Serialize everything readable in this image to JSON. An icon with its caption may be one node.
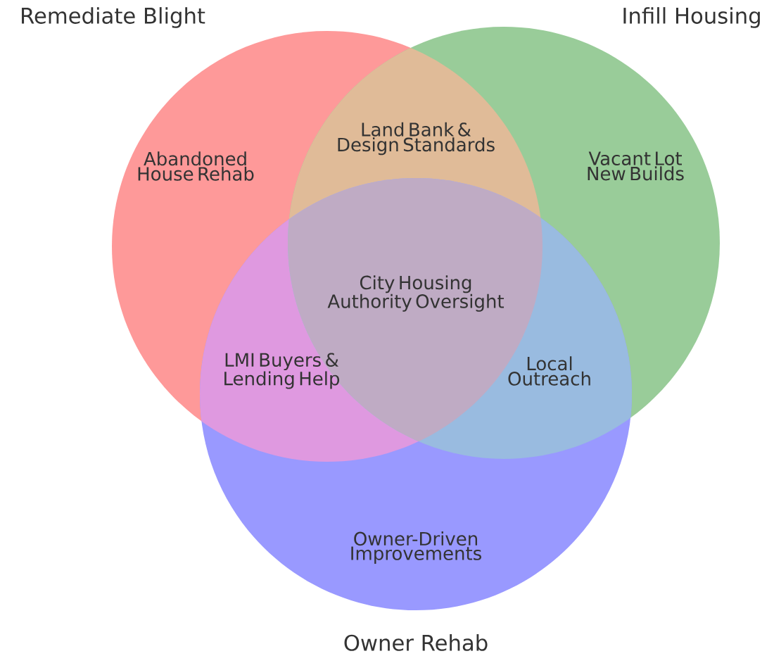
{
  "diagram": {
    "nodes": [
      {
        "text": [
          "Remediate Blight",
          "Abandoned House Rehab"
        ]
      },
      {
        "text": [
          "Infill Housing",
          "Vacant Lot New Builds"
        ]
      },
      {
        "text": [
          "Owner-Driven Improvements",
          "Owner Rehab"
        ]
      }
    ],
    "labels": [
      "Land Bank & Design Standards",
      "City Housing Authority Oversight",
      "LMI Buyers & Lending Help",
      "Local Outreach"
    ]
  }
}
